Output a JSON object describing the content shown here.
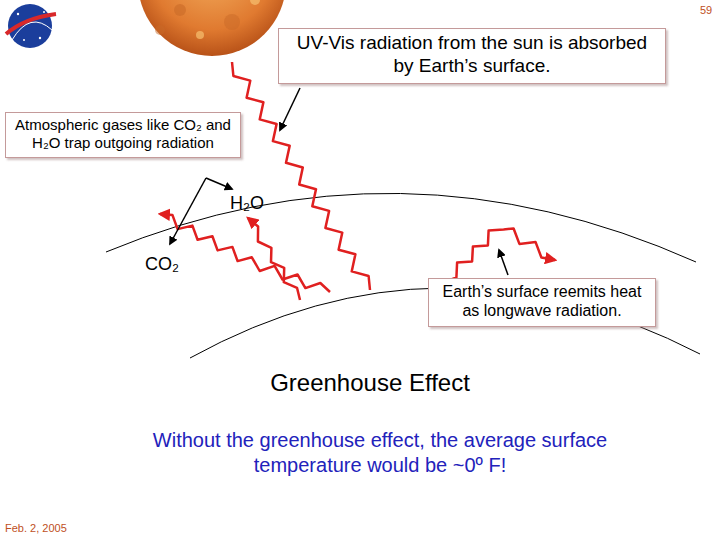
{
  "diagram": {
    "title": "Greenhouse Effect",
    "caption": "Without the greenhouse effect, the average surface temperature would be ~0º F!",
    "nodes": [
      {
        "text": [
          "UV-Vis radiation from the sun is absorbed by Earth’s surface."
        ]
      },
      {
        "text": [
          "Atmospheric gases like CO₂ and H₂O trap outgoing radiation"
        ]
      },
      {
        "text": [
          "Earth’s surface reemits heat as longwave radiation."
        ]
      }
    ],
    "labels": [
      "59",
      "H₂O",
      "CO₂",
      "Feb. 2, 2005"
    ]
  }
}
